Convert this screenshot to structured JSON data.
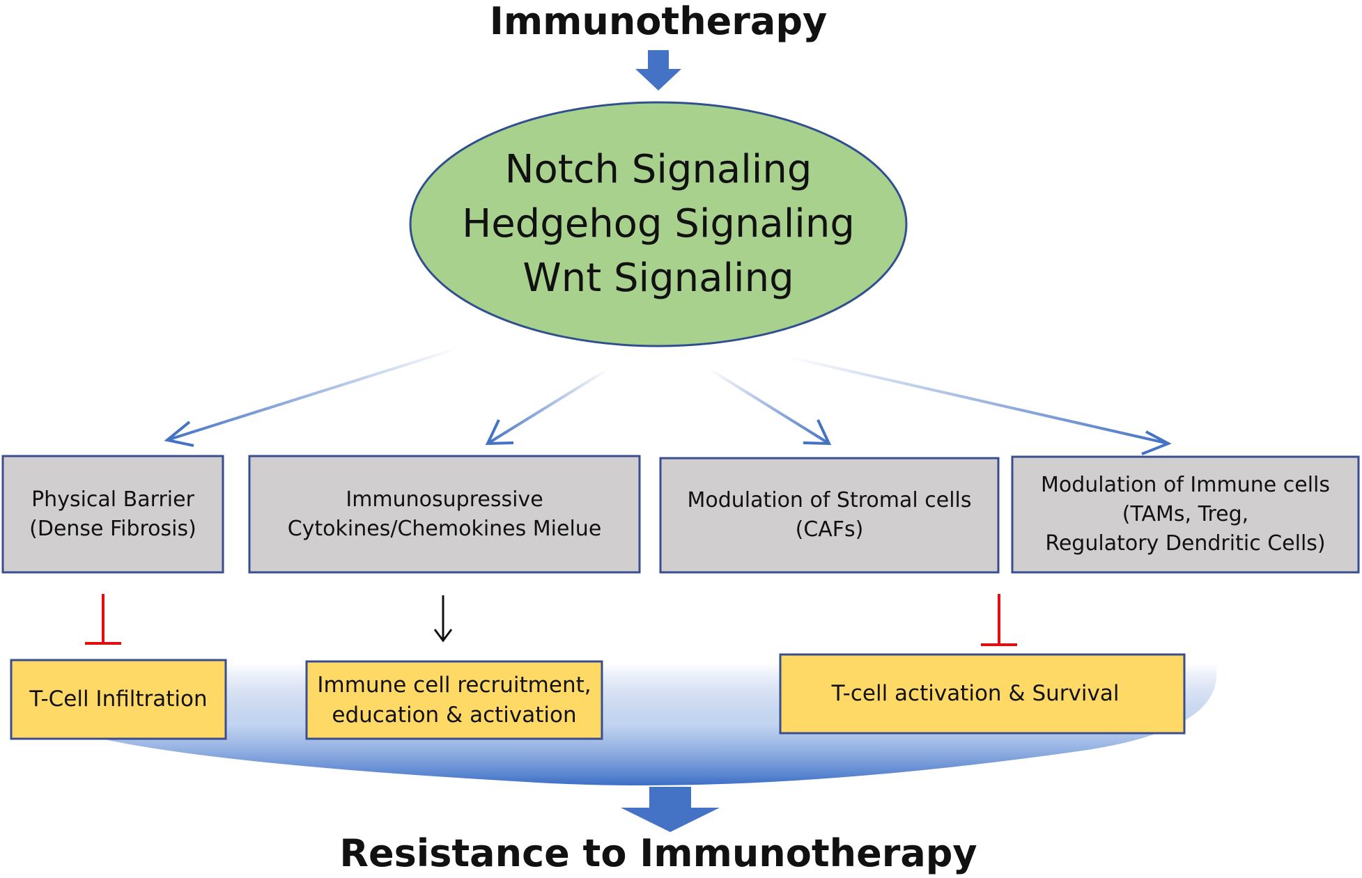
{
  "title_top": "Immunotherapy",
  "title_bottom": "Resistance to Immunotherapy",
  "pathways": [
    "Notch Signaling",
    "Hedgehog Signaling",
    "Wnt Signaling"
  ],
  "mechanisms": [
    {
      "lines": [
        "Physical Barrier",
        "(Dense Fibrosis)"
      ]
    },
    {
      "lines": [
        "Immunosupressive",
        "Cytokines/Chemokines Mielue"
      ]
    },
    {
      "lines": [
        "Modulation of Stromal cells",
        "(CAFs)"
      ]
    },
    {
      "lines": [
        "Modulation of Immune cells",
        "(TAMs, Treg,",
        "Regulatory Dendritic Cells)"
      ]
    }
  ],
  "outcomes": [
    {
      "lines": [
        "T-Cell Infiltration"
      ]
    },
    {
      "lines": [
        "Immune cell recruitment,",
        "education & activation"
      ]
    },
    {
      "lines": [
        "T-cell activation & Survival"
      ]
    }
  ],
  "colors": {
    "arrow_blue": "#4472c4",
    "ellipse_fill": "#a9d18e",
    "ellipse_stroke": "#2f4f8f",
    "gray_box": "#d0cece",
    "box_border": "#3a4d8f",
    "yellow_box": "#ffd966",
    "inhibit_red": "#e01010"
  }
}
